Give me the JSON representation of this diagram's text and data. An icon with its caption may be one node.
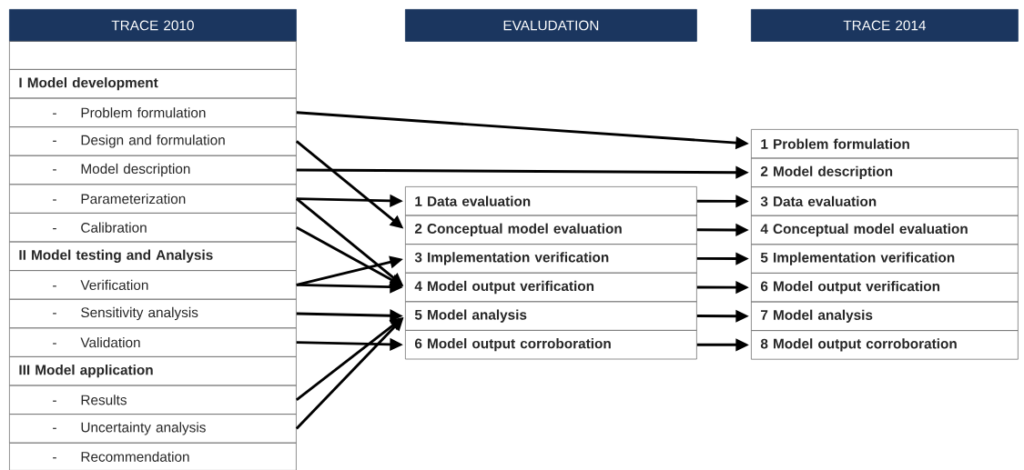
{
  "diagram": {
    "nodes": [
      {
        "text": [
          "TRACE 2010"
        ]
      },
      {
        "text": [
          "EVALUDATION"
        ]
      },
      {
        "text": [
          "TRACE 2014"
        ]
      },
      {
        "text": [],
        "shape": "box"
      },
      {
        "text": [
          "I Model development"
        ]
      },
      {
        "text": [
          "-",
          "Problem formulation"
        ]
      },
      {
        "text": [
          "-",
          "Design and formulation"
        ]
      },
      {
        "text": [
          "-",
          "Model description"
        ]
      },
      {
        "text": [
          "-",
          "Parameterization"
        ]
      },
      {
        "text": [
          "-",
          "Calibration"
        ]
      },
      {
        "text": [
          "II Model testing and Analysis"
        ]
      },
      {
        "text": [
          "-",
          "Verification"
        ]
      },
      {
        "text": [
          "-",
          "Sensitivity analysis"
        ]
      },
      {
        "text": [
          "-",
          "Validation"
        ]
      },
      {
        "text": [
          "III Model application"
        ]
      },
      {
        "text": [
          "-",
          "Results"
        ]
      },
      {
        "text": [
          "-",
          "Uncertainty analysis"
        ]
      },
      {
        "text": [
          "-",
          "Recommendation"
        ]
      },
      {
        "text": [
          "1 Data evaluation"
        ]
      },
      {
        "text": [
          "2 Conceptual model evaluation"
        ]
      },
      {
        "text": [
          "3 Implementation verification"
        ]
      },
      {
        "text": [
          "4 Model output verification"
        ]
      },
      {
        "text": [
          "5 Model analysis"
        ]
      },
      {
        "text": [
          "6 Model output corroboration"
        ]
      },
      {
        "text": [
          "1 Problem formulation"
        ]
      },
      {
        "text": [
          "2 Model description"
        ]
      },
      {
        "text": [
          "3 Data evaluation"
        ]
      },
      {
        "text": [
          "4 Conceptual model evaluation"
        ]
      },
      {
        "text": [
          "5 Implementation verification"
        ]
      },
      {
        "text": [
          "6 Model output verification"
        ]
      },
      {
        "text": [
          "7 Model analysis"
        ]
      },
      {
        "text": [
          "8 Model output corroboration"
        ]
      }
    ],
    "edges": [
      {
        "from": 5,
        "to": 24,
        "arrow": "to"
      },
      {
        "from": 6,
        "to": 19,
        "arrow": "to"
      },
      {
        "from": 7,
        "to": 25,
        "arrow": "to"
      },
      {
        "from": 8,
        "to": 18,
        "arrow": "to"
      },
      {
        "from": 8,
        "to": 21,
        "arrow": "to"
      },
      {
        "from": 9,
        "to": 21,
        "arrow": "to"
      },
      {
        "from": 11,
        "to": 20,
        "arrow": "to"
      },
      {
        "from": 11,
        "to": 21,
        "arrow": "to"
      },
      {
        "from": 12,
        "to": 22,
        "arrow": "to"
      },
      {
        "from": 13,
        "to": 23,
        "arrow": "to"
      },
      {
        "from": 15,
        "to": 22,
        "arrow": "to"
      },
      {
        "from": 16,
        "to": 22,
        "arrow": "to"
      },
      {
        "from": 18,
        "to": 26,
        "arrow": "to"
      },
      {
        "from": 19,
        "to": 27,
        "arrow": "to"
      },
      {
        "from": 20,
        "to": 28,
        "arrow": "to"
      },
      {
        "from": 21,
        "to": 29,
        "arrow": "to"
      },
      {
        "from": 22,
        "to": 30,
        "arrow": "to"
      },
      {
        "from": 23,
        "to": 31,
        "arrow": "to"
      }
    ]
  }
}
